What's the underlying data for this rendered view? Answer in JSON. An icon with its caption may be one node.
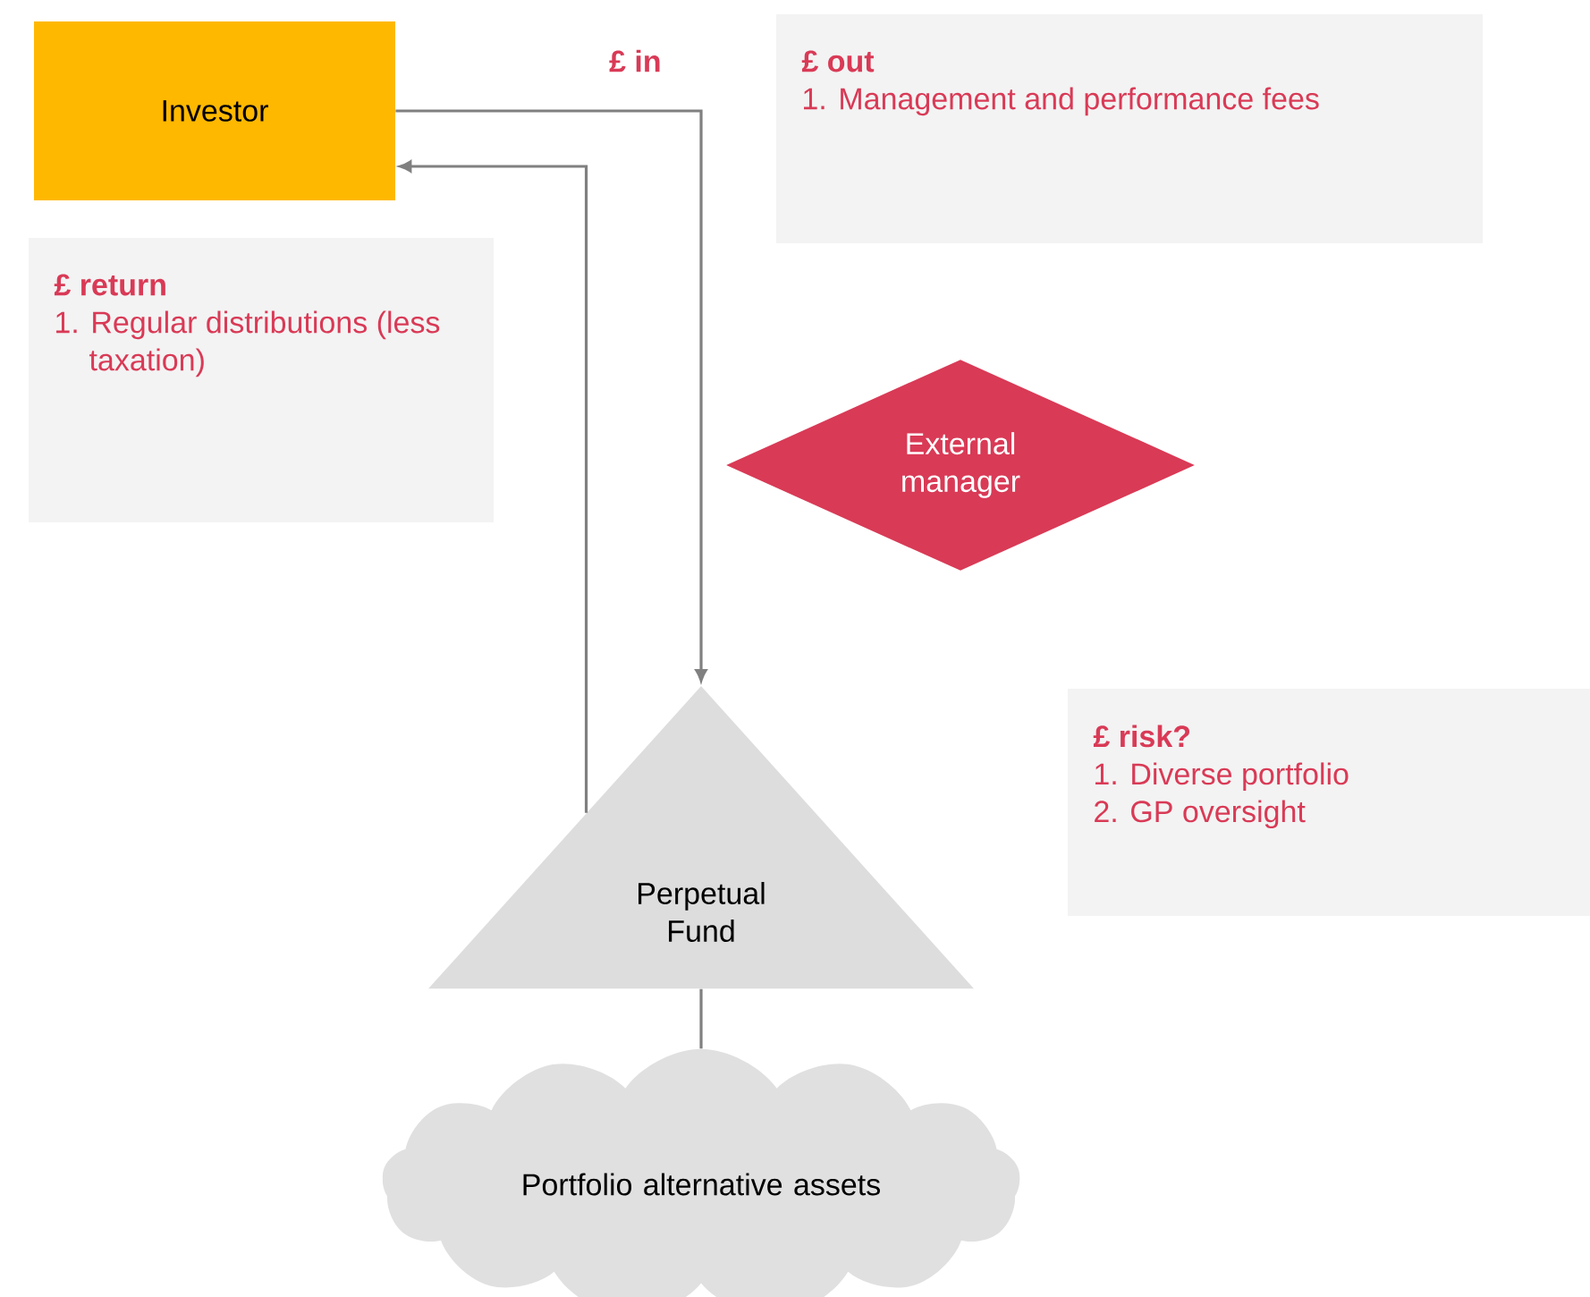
{
  "diagram": {
    "nodes": [
      {
        "text": [
          "Investor"
        ]
      },
      {
        "text": [
          "£ out",
          "1. Management and performance fees"
        ]
      },
      {
        "text": [
          "£ return",
          "1. Regular distributions (less taxation)"
        ]
      },
      {
        "text": [
          "External manager"
        ]
      },
      {
        "text": [
          "Perpetual Fund"
        ]
      },
      {
        "text": [
          "£ risk?",
          "1. Diverse portfolio",
          "2. GP oversight"
        ]
      },
      {
        "text": [
          "Portfolio alternative assets"
        ]
      }
    ],
    "edges": [
      {
        "from": 0,
        "to": 4,
        "arrow": "to",
        "label": "£ in"
      },
      {
        "from": 4,
        "to": 0,
        "arrow": "to"
      },
      {
        "from": 4,
        "to": 6,
        "arrow": "none"
      }
    ]
  }
}
